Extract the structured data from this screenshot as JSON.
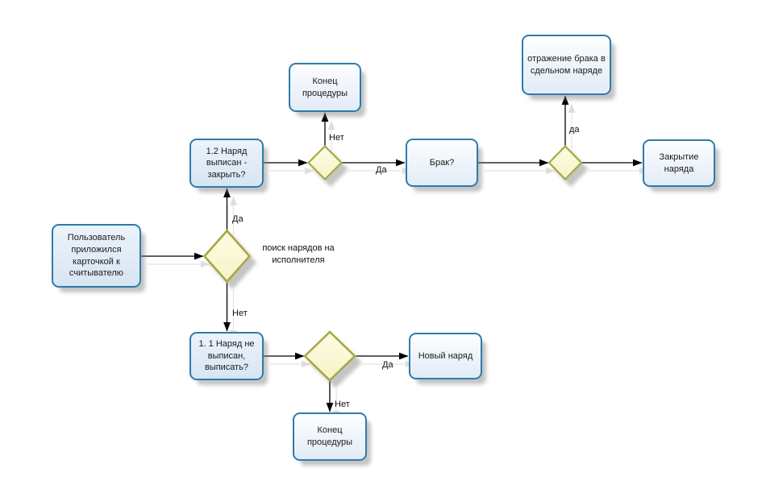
{
  "diagram": {
    "type": "flowchart",
    "language": "ru",
    "background": "#ffffff",
    "colors": {
      "process_border": "#2e7ba9",
      "process_fill_blue": "#d7e5f3",
      "process_fill_white": "#f6fafd",
      "decision_border": "#a8a845",
      "decision_fill": "#faf8d2",
      "connector": "#000000",
      "text": "#1a1a1a"
    },
    "nodes": {
      "user": {
        "shape": "rounded-rect",
        "label": "Пользователь приложился карточкой к считывателю"
      },
      "order_written_close": {
        "shape": "rounded-rect",
        "label": "1.2 Наряд выписан - закрыть?"
      },
      "end_procedure_top": {
        "shape": "rounded-rect",
        "label": "Конец процедуры"
      },
      "defect": {
        "shape": "rounded-rect",
        "label": "Брак?"
      },
      "defect_reflection": {
        "shape": "rounded-rect",
        "label": "отражение брака в сдельном наряде"
      },
      "order_closing": {
        "shape": "rounded-rect",
        "label": "Закрытие наряда"
      },
      "order_not_written": {
        "shape": "rounded-rect",
        "label": "1. 1 Наряд не выписан, выписать?"
      },
      "new_order": {
        "shape": "rounded-rect",
        "label": "Новый наряд"
      },
      "end_procedure_bottom": {
        "shape": "rounded-rect",
        "label": "Конец процедуры"
      },
      "decision_search": {
        "shape": "diamond",
        "label": ""
      },
      "decision_written": {
        "shape": "diamond",
        "label": ""
      },
      "decision_defect": {
        "shape": "diamond",
        "label": ""
      },
      "decision_write": {
        "shape": "diamond",
        "label": ""
      }
    },
    "edge_labels": {
      "search_yes": "Да",
      "search_no": "Нет",
      "written_no": "Нет",
      "written_yes": "Да",
      "defect_yes": "да",
      "write_yes": "Да",
      "write_no": "Нет"
    },
    "annotations": {
      "search_orders_note": "поиск нарядов на исполнителя"
    }
  }
}
